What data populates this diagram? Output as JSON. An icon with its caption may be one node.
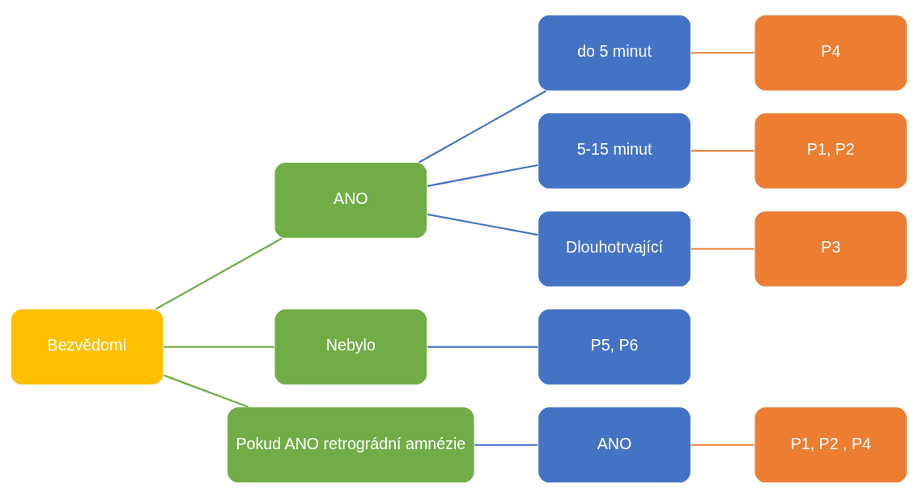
{
  "diagram": {
    "nodes": [
      {
        "text": [
          "Bezvědomí"
        ]
      },
      {
        "text": [
          "ANO"
        ]
      },
      {
        "text": [
          "Nebylo"
        ]
      },
      {
        "text": [
          "Pokud ANO retrográdní amnézie"
        ]
      },
      {
        "text": [
          "do 5 minut"
        ]
      },
      {
        "text": [
          "5-15 minut"
        ]
      },
      {
        "text": [
          "Dlouhotrvající"
        ]
      },
      {
        "text": [
          "P5, P6"
        ]
      },
      {
        "text": [
          "ANO"
        ]
      },
      {
        "text": [
          "P4"
        ]
      },
      {
        "text": [
          "P1, P2"
        ]
      },
      {
        "text": [
          "P3"
        ]
      },
      {
        "text": [
          "P1, P2 , P4"
        ]
      }
    ],
    "edges": [
      {
        "from": 0,
        "to": 1,
        "arrow": "none",
        "color": "#70ad47"
      },
      {
        "from": 0,
        "to": 2,
        "arrow": "none",
        "color": "#70ad47"
      },
      {
        "from": 0,
        "to": 3,
        "arrow": "none",
        "color": "#70ad47"
      },
      {
        "from": 1,
        "to": 4,
        "arrow": "none",
        "color": "#4472c4"
      },
      {
        "from": 1,
        "to": 5,
        "arrow": "none",
        "color": "#4472c4"
      },
      {
        "from": 1,
        "to": 6,
        "arrow": "none",
        "color": "#4472c4"
      },
      {
        "from": 2,
        "to": 7,
        "arrow": "none",
        "color": "#4472c4"
      },
      {
        "from": 3,
        "to": 8,
        "arrow": "none",
        "color": "#4472c4"
      },
      {
        "from": 4,
        "to": 9,
        "arrow": "none",
        "color": "#ed7d31"
      },
      {
        "from": 5,
        "to": 10,
        "arrow": "none",
        "color": "#ed7d31"
      },
      {
        "from": 6,
        "to": 11,
        "arrow": "none",
        "color": "#ed7d31"
      },
      {
        "from": 8,
        "to": 12,
        "arrow": "none",
        "color": "#ed7d31"
      }
    ]
  }
}
